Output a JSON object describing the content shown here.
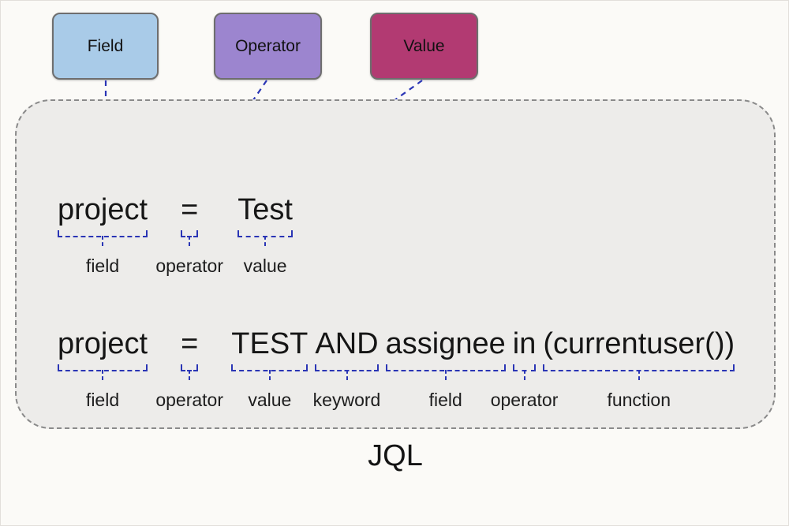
{
  "legend_boxes": [
    {
      "label": "Field",
      "color": "#a9cbe8"
    },
    {
      "label": "Operator",
      "color": "#9c85cf"
    },
    {
      "label": "Value",
      "color": "#b23a72"
    }
  ],
  "colors": {
    "connector_blue": "#2a35b5",
    "container_background": "#edecea",
    "container_border": "#8a8a8a",
    "page_background": "#fbfaf7",
    "box_border": "#6e6e6e",
    "text": "#161616"
  },
  "queries": [
    {
      "tokens": [
        {
          "text": "project",
          "label": "field"
        },
        {
          "text": "=",
          "label": "operator"
        },
        {
          "text": "Test",
          "label": "value"
        }
      ]
    },
    {
      "tokens": [
        {
          "text": "project",
          "label": "field"
        },
        {
          "text": "=",
          "label": "operator"
        },
        {
          "text": "TEST",
          "label": "value"
        },
        {
          "text": "AND",
          "label": "keyword"
        },
        {
          "text": "assignee",
          "label": "field"
        },
        {
          "text": "in",
          "label": "operator"
        },
        {
          "text": "(currentuser())",
          "label": "function"
        }
      ]
    }
  ],
  "caption": "JQL"
}
